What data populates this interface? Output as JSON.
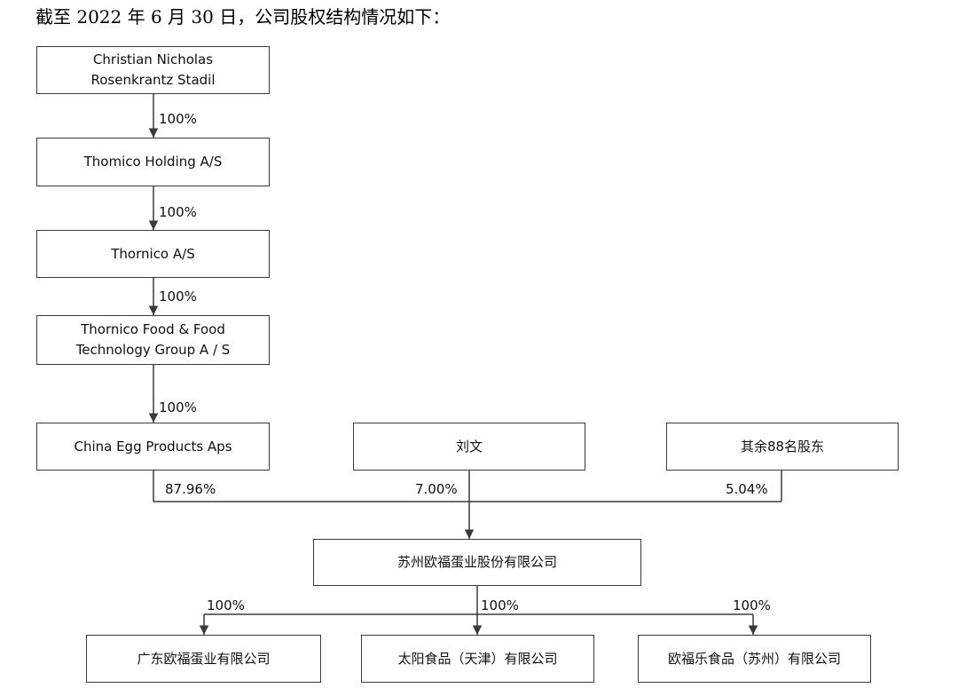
{
  "intro": "截至 2022 年 6 月 30 日，公司股权结构情况如下：",
  "nodes": {
    "stadil": "Christian Nicholas\nRosenkrantz Stadil",
    "thomico_holding": "Thomico Holding A/S",
    "thornico": "Thornico A/S",
    "food_tech": "Thornico Food & Food\nTechnology Group A / S",
    "china_egg": "China Egg Products Aps",
    "liu_wen": "刘文",
    "other_holders": "其余88名股东",
    "suzhou": "苏州欧福蛋业股份有限公司",
    "guangdong": "广东欧福蛋业有限公司",
    "taiyang": "太阳食品（天津）有限公司",
    "oufule": "欧福乐食品（苏州）有限公司"
  },
  "edges": {
    "stadil_to_holding": "100%",
    "holding_to_thornico": "100%",
    "thornico_to_foodtech": "100%",
    "foodtech_to_chinaegg": "100%",
    "chinaegg_to_suzhou": "87.96%",
    "liuwen_to_suzhou": "7.00%",
    "others_to_suzhou": "5.04%",
    "suzhou_to_guangdong": "100%",
    "suzhou_to_taiyang": "100%",
    "suzhou_to_oufule": "100%"
  },
  "colors": {
    "line": "#3a3a3a",
    "text": "#111111"
  }
}
